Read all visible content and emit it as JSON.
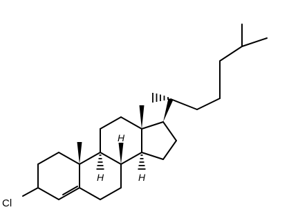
{
  "structure": {
    "atoms": {
      "chlorine": "Cl",
      "hydrogen_c8": "H",
      "hydrogen_c9": "H",
      "hydrogen_c14": "H"
    },
    "colors": {
      "bond": "#000000",
      "background": "#ffffff"
    }
  }
}
